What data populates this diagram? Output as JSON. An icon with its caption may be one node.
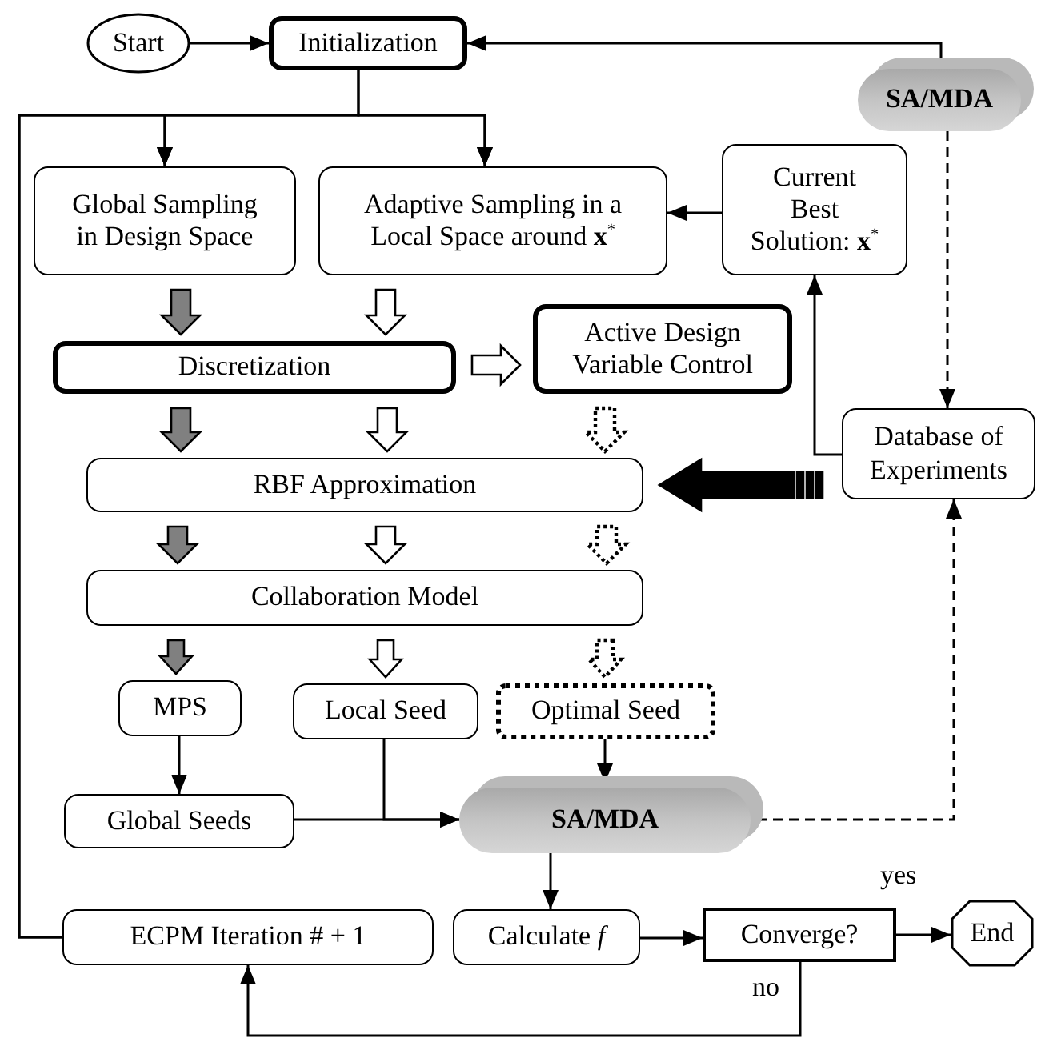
{
  "diagram": {
    "nodes": [
      {
        "text": [
          "Start"
        ]
      },
      {
        "text": [
          "Initialization"
        ]
      },
      {
        "text": [
          "SA/MDA"
        ]
      },
      {
        "text": [
          "Global Sampling in Design Space"
        ]
      },
      {
        "text": [
          "Adaptive Sampling in a Local Space around **x**$^{*}$"
        ]
      },
      {
        "text": [
          "Current Best Solution: **x**$^{*}$"
        ]
      },
      {
        "text": [
          "Discretization"
        ]
      },
      {
        "text": [
          "Active Design Variable Control"
        ]
      },
      {
        "text": [
          "Database of Experiments"
        ]
      },
      {
        "text": [
          "RBF Approximation"
        ]
      },
      {
        "text": [
          "Collaboration Model"
        ]
      },
      {
        "text": [
          "MPS"
        ]
      },
      {
        "text": [
          "Local Seed"
        ]
      },
      {
        "text": [
          "Optimal Seed"
        ]
      },
      {
        "text": [
          "Global Seeds"
        ]
      },
      {
        "text": [
          "SA/MDA"
        ]
      },
      {
        "text": [
          "ECPM Iteration # + 1"
        ]
      },
      {
        "text": [
          "Calculate *f*"
        ]
      },
      {
        "text": [
          "Converge?"
        ]
      },
      {
        "text": [
          "End"
        ]
      }
    ],
    "edges": [
      {
        "from": 0,
        "to": 1,
        "arrow": "to"
      },
      {
        "from": 2,
        "to": 1,
        "arrow": "to"
      },
      {
        "from": 1,
        "to": 3,
        "arrow": "to"
      },
      {
        "from": 1,
        "to": 4,
        "arrow": "to"
      },
      {
        "from": 16,
        "to": 3,
        "arrow": "to"
      },
      {
        "from": 16,
        "to": 4,
        "arrow": "to"
      },
      {
        "from": 5,
        "to": 4,
        "arrow": "to"
      },
      {
        "from": 8,
        "to": 5,
        "arrow": "to"
      },
      {
        "from": 2,
        "to": 8,
        "arrow": "to",
        "style": "dashed"
      },
      {
        "from": 15,
        "to": 8,
        "arrow": "to",
        "style": "dashed"
      },
      {
        "from": 8,
        "to": 9,
        "arrow": "to",
        "style": "thick",
        "color": "#000000"
      },
      {
        "from": 3,
        "to": 6,
        "arrow": "to",
        "style": "thick",
        "color": "#808080"
      },
      {
        "from": 4,
        "to": 6,
        "arrow": "to",
        "style": "thick",
        "color": "#ffffff"
      },
      {
        "from": 6,
        "to": 7,
        "arrow": "to",
        "style": "thick",
        "color": "#ffffff"
      },
      {
        "from": 6,
        "to": 9,
        "arrow": "to",
        "style": "thick",
        "color": "#808080"
      },
      {
        "from": 6,
        "to": 9,
        "arrow": "to",
        "style": "thick",
        "color": "#ffffff"
      },
      {
        "from": 7,
        "to": 9,
        "arrow": "to",
        "style": "dashed",
        "color": "#ffffff"
      },
      {
        "from": 9,
        "to": 10,
        "arrow": "to",
        "style": "thick",
        "color": "#808080"
      },
      {
        "from": 9,
        "to": 10,
        "arrow": "to",
        "style": "thick",
        "color": "#ffffff"
      },
      {
        "from": 9,
        "to": 10,
        "arrow": "to",
        "style": "dashed",
        "color": "#ffffff"
      },
      {
        "from": 10,
        "to": 11,
        "arrow": "to",
        "style": "thick",
        "color": "#808080"
      },
      {
        "from": 10,
        "to": 12,
        "arrow": "to",
        "style": "thick",
        "color": "#ffffff"
      },
      {
        "from": 10,
        "to": 13,
        "arrow": "to",
        "style": "dashed",
        "color": "#ffffff"
      },
      {
        "from": 11,
        "to": 14,
        "arrow": "to"
      },
      {
        "from": 14,
        "to": 15,
        "arrow": "to"
      },
      {
        "from": 12,
        "to": 15,
        "arrow": "to"
      },
      {
        "from": 13,
        "to": 15,
        "arrow": "to"
      },
      {
        "from": 15,
        "to": 17,
        "arrow": "to"
      },
      {
        "from": 17,
        "to": 18,
        "arrow": "to"
      },
      {
        "from": 18,
        "to": 19,
        "arrow": "to",
        "label": "yes"
      },
      {
        "from": 18,
        "to": 16,
        "arrow": "to",
        "label": "no"
      }
    ]
  }
}
